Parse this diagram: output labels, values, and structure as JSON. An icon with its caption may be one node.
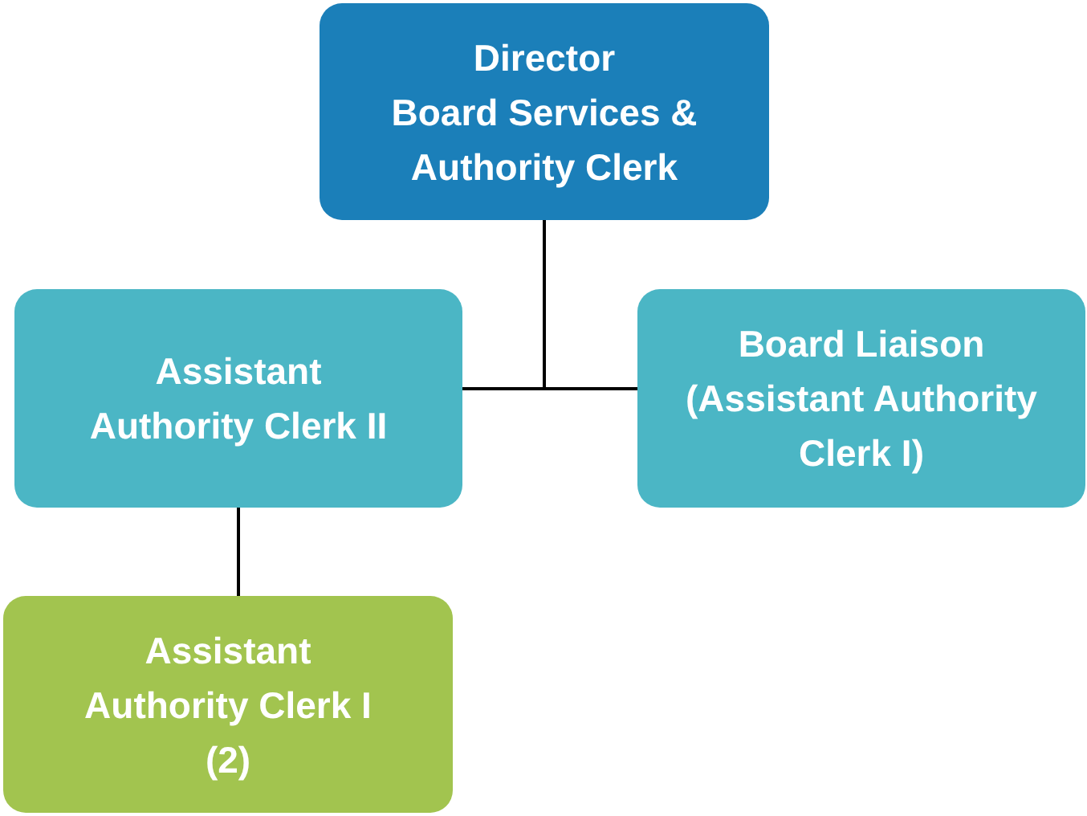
{
  "diagram": {
    "nodes": [
      {
        "text": [
          "Director",
          "Board Services & Authority Clerk"
        ]
      },
      {
        "text": [
          "Assistant Authority Clerk II"
        ]
      },
      {
        "text": [
          "Board Liaison (Assistant Authority Clerk I)"
        ]
      },
      {
        "text": [
          "Assistant Authority Clerk I (2)"
        ]
      }
    ],
    "edges": [
      {
        "from": 0,
        "to": 1,
        "arrow": "none"
      },
      {
        "from": 0,
        "to": 2,
        "arrow": "none"
      },
      {
        "from": 1,
        "to": 3,
        "arrow": "none"
      }
    ]
  }
}
